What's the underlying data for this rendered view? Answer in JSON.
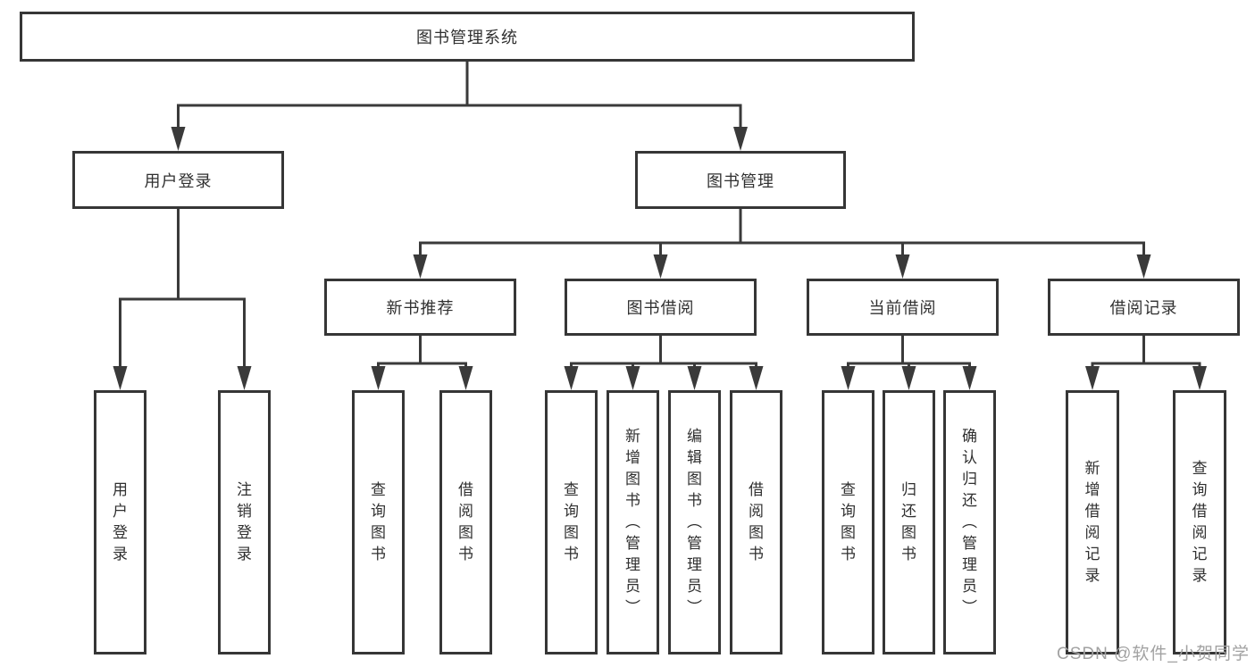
{
  "diagram": {
    "root": {
      "label": "图书管理系统"
    },
    "branches": [
      {
        "label": "用户登录"
      },
      {
        "label": "图书管理"
      }
    ],
    "modules": [
      {
        "label": "新书推荐"
      },
      {
        "label": "图书借阅"
      },
      {
        "label": "当前借阅"
      },
      {
        "label": "借阅记录"
      }
    ],
    "leaves": [
      {
        "group": "用户登录",
        "label": "用户登录"
      },
      {
        "group": "用户登录",
        "label": "注销登录"
      },
      {
        "group": "新书推荐",
        "label": "查询图书"
      },
      {
        "group": "新书推荐",
        "label": "借阅图书"
      },
      {
        "group": "图书借阅",
        "label": "查询图书"
      },
      {
        "group": "图书借阅",
        "label": "新增图书（管理员）"
      },
      {
        "group": "图书借阅",
        "label": "编辑图书（管理员）"
      },
      {
        "group": "图书借阅",
        "label": "借阅图书"
      },
      {
        "group": "当前借阅",
        "label": "查询图书"
      },
      {
        "group": "当前借阅",
        "label": "归还图书"
      },
      {
        "group": "当前借阅",
        "label": "确认归还（管理员）"
      },
      {
        "group": "借阅记录",
        "label": "新增借阅记录"
      },
      {
        "group": "借阅记录",
        "label": "查询借阅记录"
      }
    ]
  },
  "watermark": "CSDN @软件_小贺同学",
  "colors": {
    "line": "#3a3a3a",
    "box_border": "#363636",
    "text": "#303030",
    "watermark": "#a2a2a2",
    "background": "#ffffff"
  }
}
